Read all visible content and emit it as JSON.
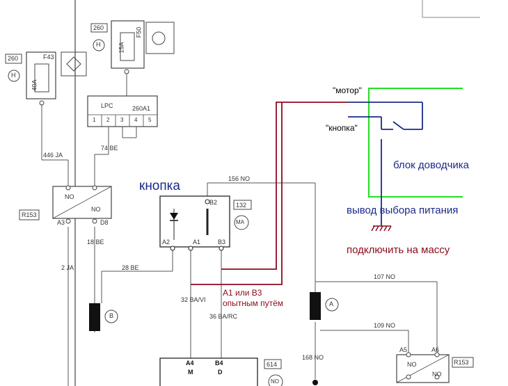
{
  "diagram": {
    "blocks": {
      "fuse_f43": {
        "ref": "260",
        "fuse_label": "F43",
        "rating": "40A",
        "circle": "H"
      },
      "fuse_f50": {
        "ref": "260",
        "fuse_label": "F50",
        "rating": "15A",
        "circle": "H"
      },
      "lpc": {
        "label": "LPC",
        "code": "260A1",
        "pins": [
          "1",
          "2",
          "3",
          "4",
          "5"
        ]
      },
      "relay_left": {
        "ref": "R153",
        "no_top": "NO",
        "no_bottom": "NO",
        "pin_a3": "A3",
        "pin_d8": "D8"
      },
      "button": {
        "ref": "132",
        "circle": "MA",
        "pin_b2": "B2",
        "pin_a2": "A2",
        "pin_a1": "A1",
        "pin_b3": "B3"
      },
      "motor_block": {
        "ref": "614",
        "pin_a4": "A4",
        "pin_a4_sub": "M",
        "pin_b4": "B4",
        "pin_b4_sub": "D",
        "circle": "NO"
      },
      "relay_right": {
        "ref": "R153",
        "pin_a5": "A5",
        "pin_a6": "A6",
        "no_left": "NO",
        "no_right": "NO"
      },
      "connector_a": {
        "circle": "A"
      },
      "connector_b": {
        "circle": "B"
      }
    },
    "wires": {
      "w446": "446  JA",
      "w74": "74  BE",
      "w18": "18  BE",
      "w2": "2  JA",
      "w28": "28  BE",
      "w156": "156   NO",
      "w32": "32  BA/VI",
      "w36": "36  BA/RC",
      "w107": "107   NO",
      "w109": "109   NO",
      "w168": "168   NO"
    },
    "annotations": {
      "knopka_title": "кнопка",
      "motor": "\"мотор\"",
      "knopka_small": "\"кнопка\"",
      "block": "блок доводчика",
      "vyvod": "вывод выбора питания",
      "massa": "подключить на массу",
      "a1_b3_line1": "A1 или B3",
      "a1_b3_line2": "опытным путём"
    },
    "colors": {
      "red": "#8b0a1e",
      "green": "#22e022",
      "navy": "#1b2a8a",
      "line": "#555555"
    }
  }
}
